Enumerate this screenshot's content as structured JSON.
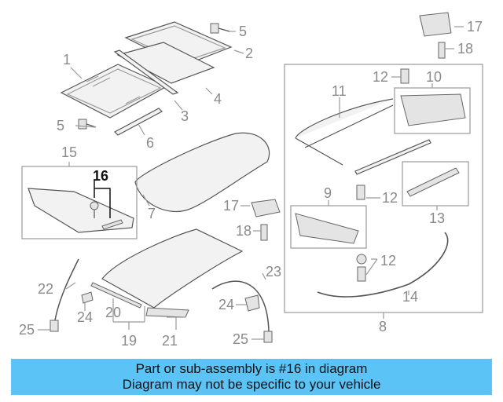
{
  "banner": {
    "line1": "Part or sub-assembly is #16 in diagram",
    "line2": "Diagram may not be specific to your vehicle"
  },
  "highlight_color": "#5bc3f5",
  "callouts": {
    "c1": "1",
    "c2": "2",
    "c3": "3",
    "c4": "4",
    "c5a": "5",
    "c5b": "5",
    "c6": "6",
    "c7": "7",
    "c8": "8",
    "c9": "9",
    "c10": "10",
    "c11": "11",
    "c12a": "12",
    "c12b": "12",
    "c12c": "12",
    "c13": "13",
    "c14": "14",
    "c15": "15",
    "c16": "16",
    "c17a": "17",
    "c17b": "17",
    "c18a": "18",
    "c18b": "18",
    "c19": "19",
    "c20": "20",
    "c21": "21",
    "c22": "22",
    "c23": "23",
    "c24": "24",
    "c25a": "25",
    "c25b": "25"
  }
}
